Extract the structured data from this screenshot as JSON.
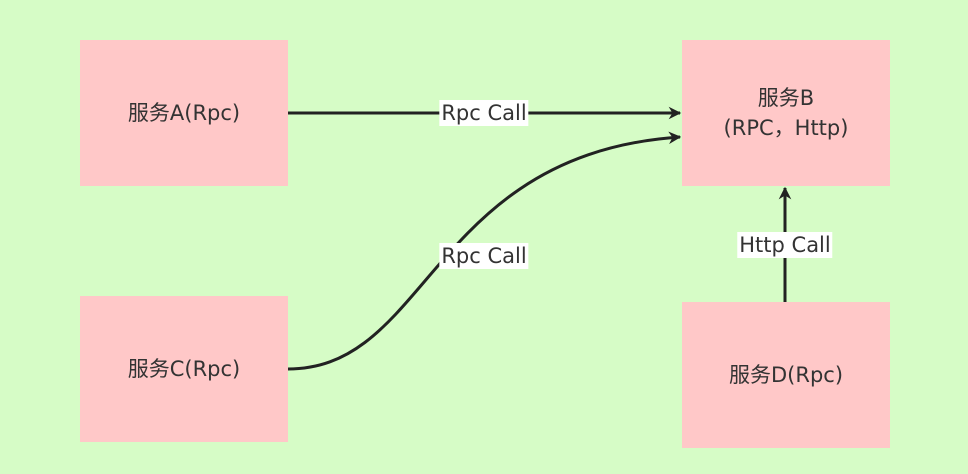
{
  "nodes": {
    "service_a": {
      "label": "服务A(Rpc)"
    },
    "service_b": {
      "line1": "服务B",
      "line2": "(RPC，Http)"
    },
    "service_c": {
      "label": "服务C(Rpc)"
    },
    "service_d": {
      "label": "服务D(Rpc)"
    }
  },
  "edges": {
    "a_to_b": {
      "label": "Rpc Call"
    },
    "c_to_b": {
      "label": "Rpc Call"
    },
    "d_to_b": {
      "label": "Http Call"
    }
  },
  "colors": {
    "background": "#d6fcc6",
    "node_fill": "#ffc8c8",
    "edge": "#222222",
    "text": "#333333"
  }
}
